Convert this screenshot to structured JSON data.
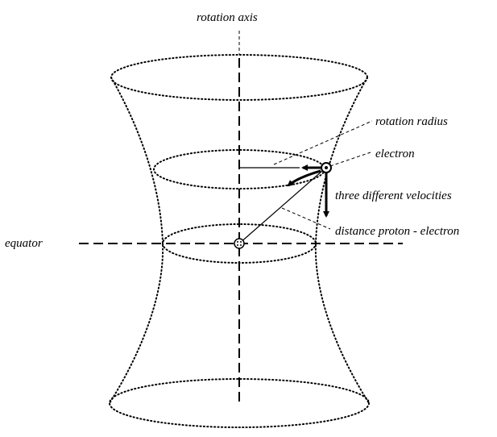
{
  "labels": {
    "rotation_axis": "rotation axis",
    "rotation_radius": "rotation radius",
    "electron": "electron",
    "three_velocities": "three different velocities",
    "distance": "distance proton - electron",
    "equator": "equator"
  }
}
